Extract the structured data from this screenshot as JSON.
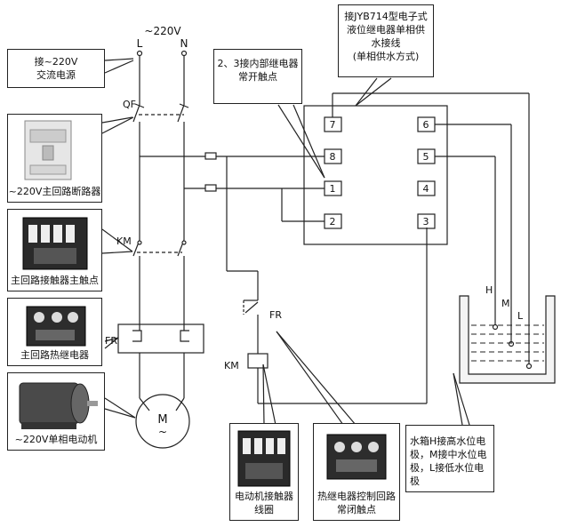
{
  "supply": {
    "voltage": "~220V",
    "L": "L",
    "N": "N"
  },
  "callouts": {
    "ac_power": "接~220V\n交流电源",
    "relay_contact": "2、3接内部继电器\n常开触点",
    "controller_wiring": "接JYB714型电子式\n液位继电器单相供\n水接线\n(单相供水方式)",
    "tank_note": "水箱H接高水位电\n极，M接中水位电\n极，L接低水位电\n极"
  },
  "photos": {
    "breaker": "~220V主回路断路器",
    "contactor": "主回路接触器主触点",
    "thermal": "主回路热继电器",
    "motor": "~220V单相电动机",
    "coil": "电动机接触器\n线圈",
    "thermal_nc": "热继电器控制回路\n常闭触点"
  },
  "labels": {
    "qf": "QF",
    "km1": "KM",
    "fr1": "FR",
    "km2": "KM",
    "fr2": "FR",
    "motor_m": "M",
    "motor_tilde": "~"
  },
  "terminals": {
    "t7": "7",
    "t8": "8",
    "t1": "1",
    "t2": "2",
    "t6": "6",
    "t5": "5",
    "t4": "4",
    "t3": "3"
  },
  "electrodes": {
    "h": "H",
    "m": "M",
    "l": "L"
  }
}
